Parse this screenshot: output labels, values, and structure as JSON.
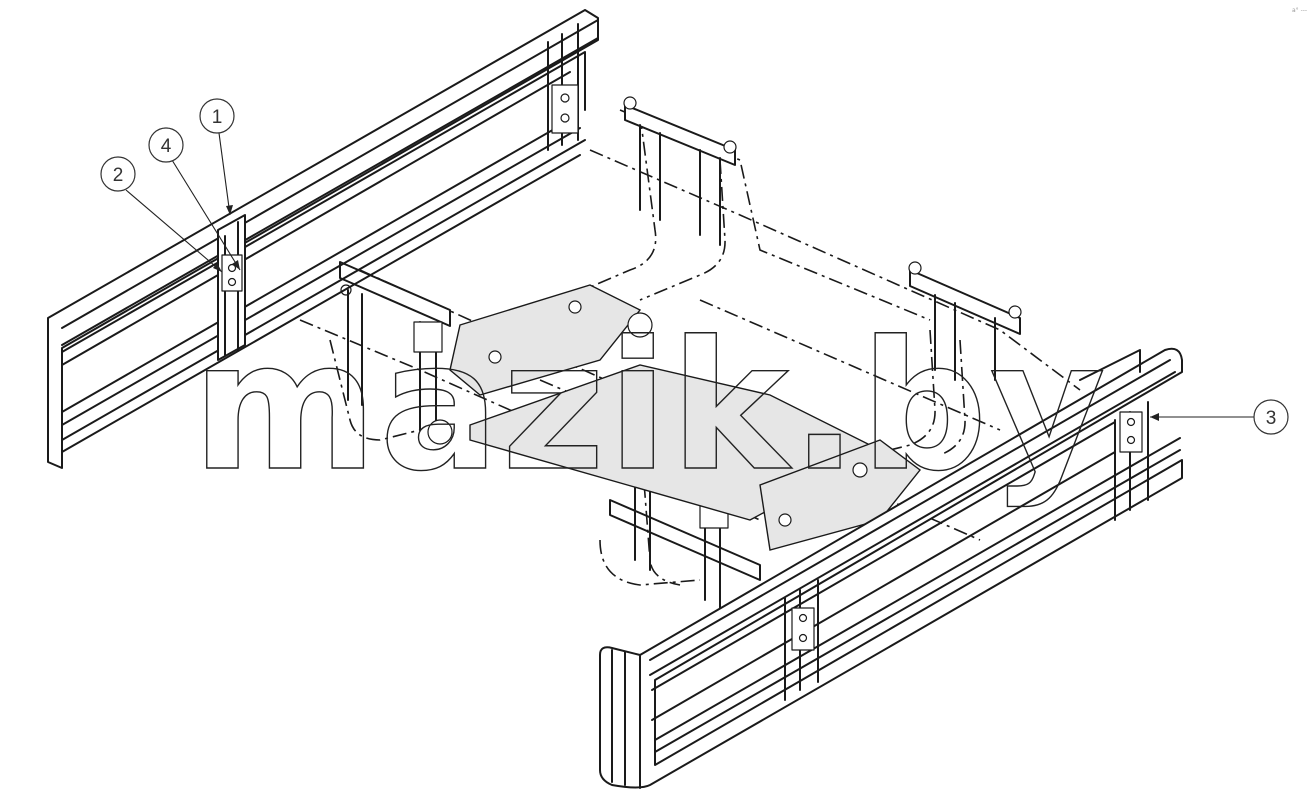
{
  "diagram": {
    "callouts": [
      {
        "id": "callout-1",
        "label": "1"
      },
      {
        "id": "callout-2",
        "label": "2"
      },
      {
        "id": "callout-3",
        "label": "3"
      },
      {
        "id": "callout-4",
        "label": "4"
      }
    ],
    "watermark": "mazik.by",
    "corner_mark": "a° ---"
  }
}
